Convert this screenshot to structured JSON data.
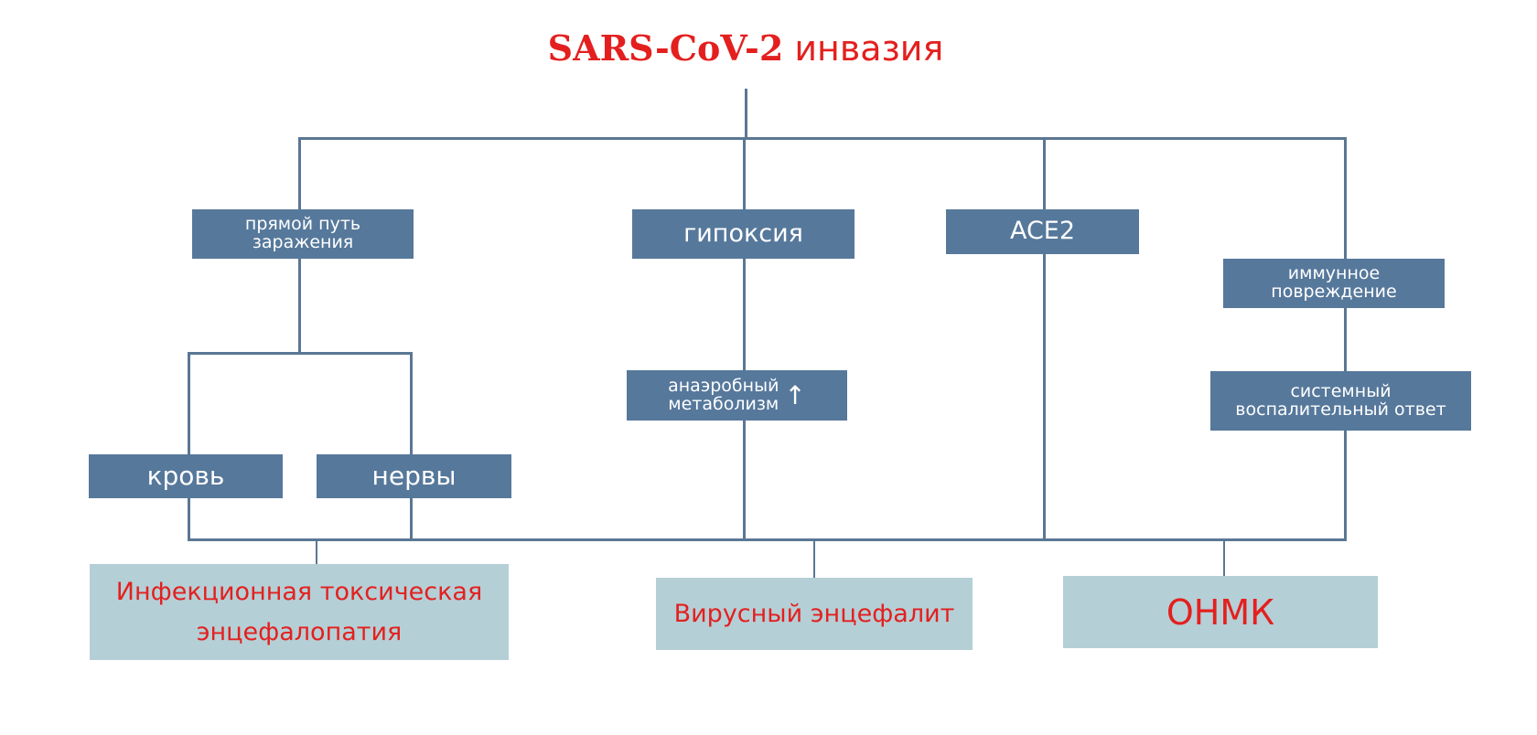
{
  "title": {
    "bold_part": "SARS-CoV-2",
    "rest": " инвазия"
  },
  "nodes": {
    "direct": {
      "line1": "прямой путь",
      "line2": "заражения"
    },
    "hypoxia": "гипоксия",
    "ace2": "ACE2",
    "immune": {
      "line1": "иммунное",
      "line2": "повреждение"
    },
    "anaerobic": {
      "line1": "анаэробный",
      "line2": "метаболизм",
      "arrow": "↑"
    },
    "systemic": {
      "line1": "системный",
      "line2": "воспалительный ответ"
    },
    "blood": "кровь",
    "nerves": "нервы"
  },
  "outcomes": {
    "encephalopathy": {
      "line1": "Инфекционная токсическая",
      "line2": "энцефалопатия"
    },
    "encephalitis": "Вирусный энцефалит",
    "stroke": "ОНМК"
  },
  "colors": {
    "node": "#56789b",
    "line": "#5a7794",
    "outcome": "#b5cfd6",
    "accent": "#e3201f"
  }
}
